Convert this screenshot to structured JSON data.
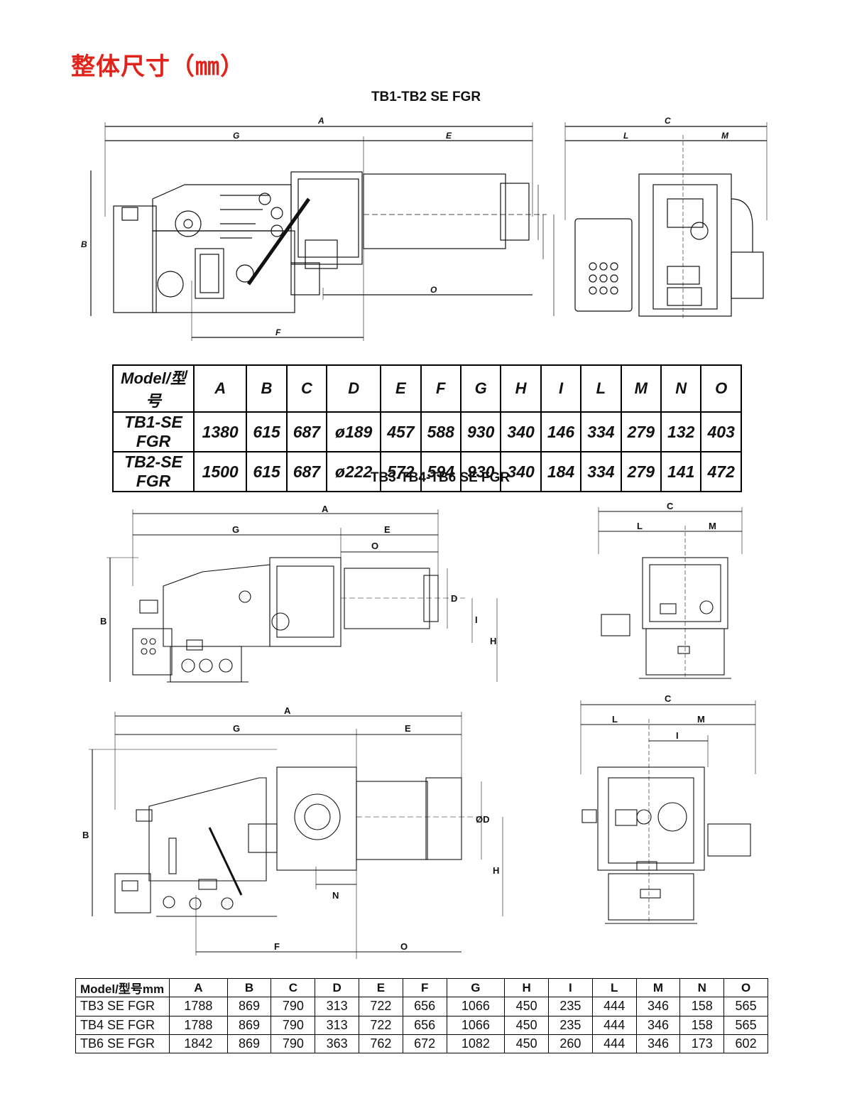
{
  "page": {
    "title": "整体尺寸（㎜）",
    "section1_title": "TB1-TB2 SE FGR",
    "section2_title": "TB3-TB4-TB6 SE FGR"
  },
  "drawing_labels": {
    "A": "A",
    "B": "B",
    "C": "C",
    "D": "D",
    "E": "E",
    "F": "F",
    "G": "G",
    "H": "H",
    "I": "I",
    "L": "L",
    "M": "M",
    "N": "N",
    "O": "O",
    "OD": "ØD"
  },
  "table1": {
    "headers": [
      "Model/型号",
      "A",
      "B",
      "C",
      "D",
      "E",
      "F",
      "G",
      "H",
      "I",
      "L",
      "M",
      "N",
      "O"
    ],
    "rows": [
      [
        "TB1-SE FGR",
        "1380",
        "615",
        "687",
        "ø189",
        "457",
        "588",
        "930",
        "340",
        "146",
        "334",
        "279",
        "132",
        "403"
      ],
      [
        "TB2-SE FGR",
        "1500",
        "615",
        "687",
        "ø222",
        "572",
        "594",
        "930",
        "340",
        "184",
        "334",
        "279",
        "141",
        "472"
      ]
    ]
  },
  "table2": {
    "headers": [
      "Model/型号mm",
      "A",
      "B",
      "C",
      "D",
      "E",
      "F",
      "G",
      "H",
      "I",
      "L",
      "M",
      "N",
      "O"
    ],
    "rows": [
      [
        "TB3 SE FGR",
        "1788",
        "869",
        "790",
        "313",
        "722",
        "656",
        "1066",
        "450",
        "235",
        "444",
        "346",
        "158",
        "565"
      ],
      [
        "TB4 SE FGR",
        "1788",
        "869",
        "790",
        "313",
        "722",
        "656",
        "1066",
        "450",
        "235",
        "444",
        "346",
        "158",
        "565"
      ],
      [
        "TB6 SE FGR",
        "1842",
        "869",
        "790",
        "363",
        "762",
        "672",
        "1082",
        "450",
        "260",
        "444",
        "346",
        "173",
        "602"
      ]
    ]
  }
}
